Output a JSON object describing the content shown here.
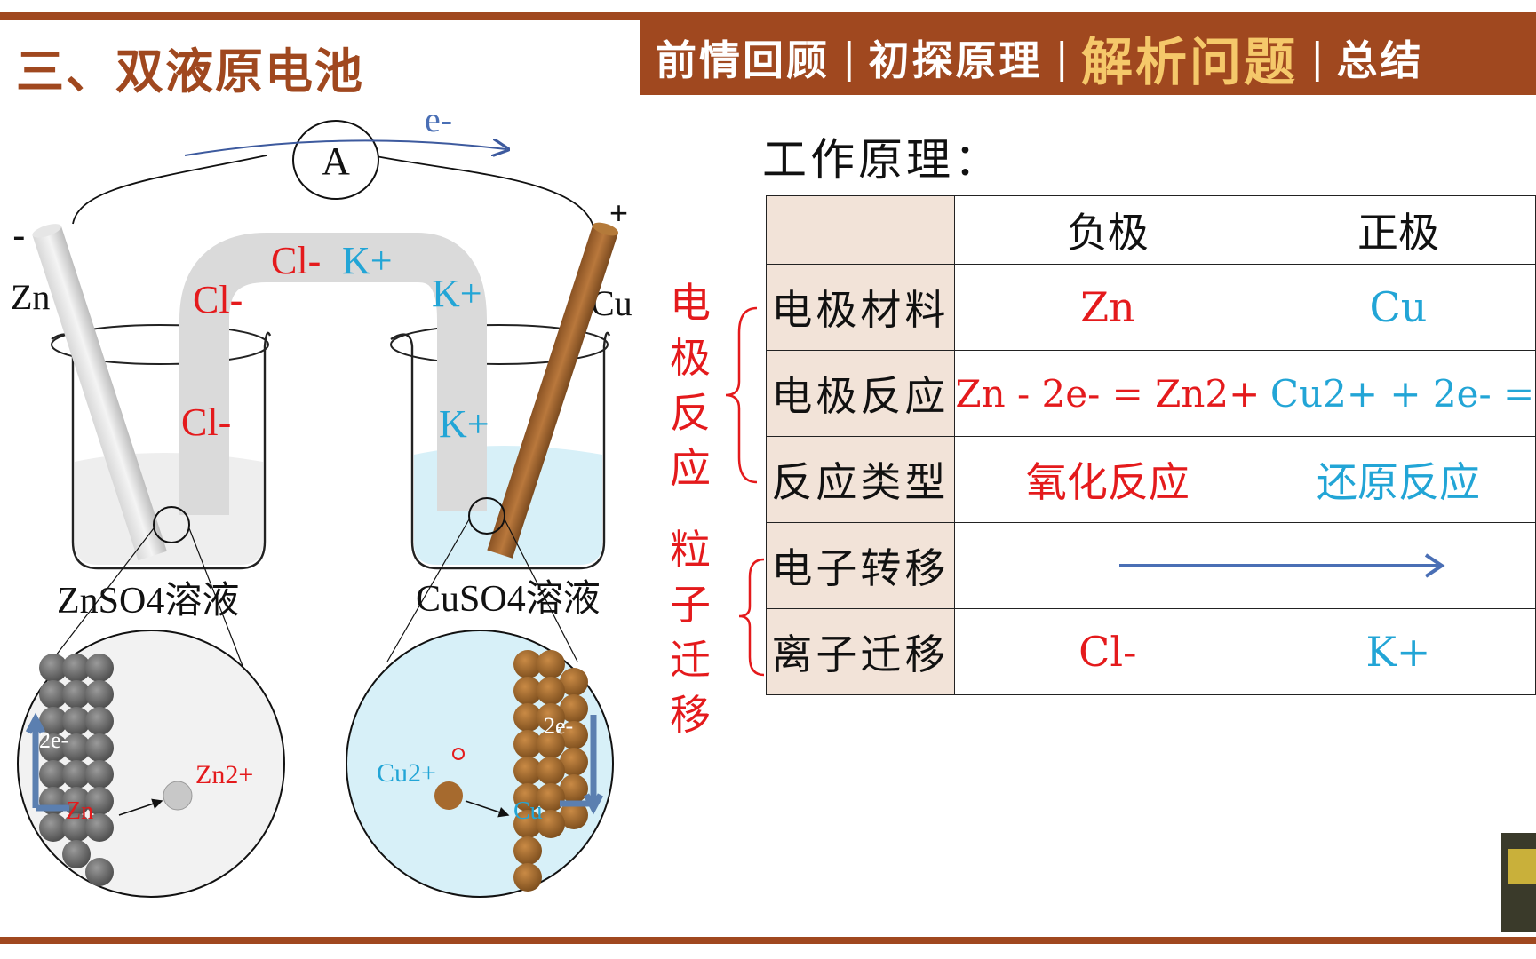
{
  "header": {
    "title": "三、双液原电池",
    "nav": [
      {
        "label": "前情回顾",
        "active": false
      },
      {
        "label": "初探原理",
        "active": false
      },
      {
        "label": "解析问题",
        "active": true
      },
      {
        "label": "总结",
        "active": false
      }
    ],
    "nav_separator": "|"
  },
  "diagram": {
    "ammeter": "A",
    "electron": "e-",
    "minus": "-",
    "plus": "+",
    "left_electrode": "Zn",
    "right_electrode": "Cu",
    "salt_bridge_ions": [
      "Cl-",
      "K+",
      "Cl-",
      "K+",
      "Cl-",
      "K+"
    ],
    "left_solution": "ZnSO4溶液",
    "right_solution": "CuSO4溶液",
    "left_zoom": {
      "electron_label": "2e-",
      "metal": "Zn",
      "ion": "Zn2+"
    },
    "right_zoom": {
      "electron_label": "2e-",
      "metal": "Cu",
      "ion": "Cu2+"
    }
  },
  "principle_title": "工作原理：",
  "table": {
    "columns": [
      "负极",
      "正极"
    ],
    "rows": [
      {
        "header": "电极材料",
        "neg": "Zn",
        "pos": "Cu"
      },
      {
        "header": "电极反应",
        "neg": "Zn - 2e- = Zn2+",
        "pos": "Cu2+ + 2e- ="
      },
      {
        "header": "反应类型",
        "neg": "氧化反应",
        "pos": "还原反应"
      },
      {
        "header": "电子转移",
        "neg": "",
        "pos": ""
      },
      {
        "header": "离子迁移",
        "neg": "Cl-",
        "pos": "K+"
      }
    ]
  },
  "side_labels": {
    "electrode_reaction": "电极反应",
    "particle_migration": "粒子迁移"
  },
  "colors": {
    "brand": "#a0481f",
    "negative": "#e41a1c",
    "positive": "#22a5d6",
    "arrow": "#4a6fb5"
  }
}
